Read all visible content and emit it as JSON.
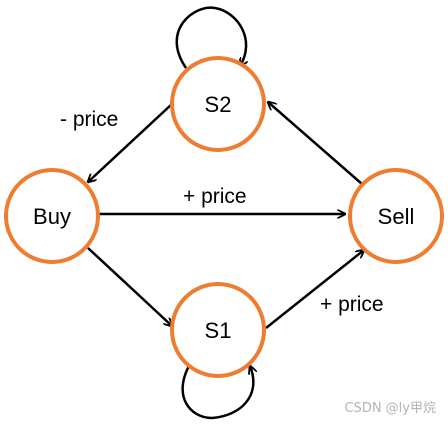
{
  "colors": {
    "node_stroke": "#ED7D31",
    "edge": "#000000",
    "watermark": "#b4b4b4"
  },
  "nodes": {
    "buy": "Buy",
    "sell": "Sell",
    "s1": "S1",
    "s2": "S2"
  },
  "edges": {
    "s2_to_buy": "- price",
    "buy_to_sell": "+ price",
    "s1_to_sell": "+ price"
  },
  "watermark": "CSDN @ly甲烷"
}
